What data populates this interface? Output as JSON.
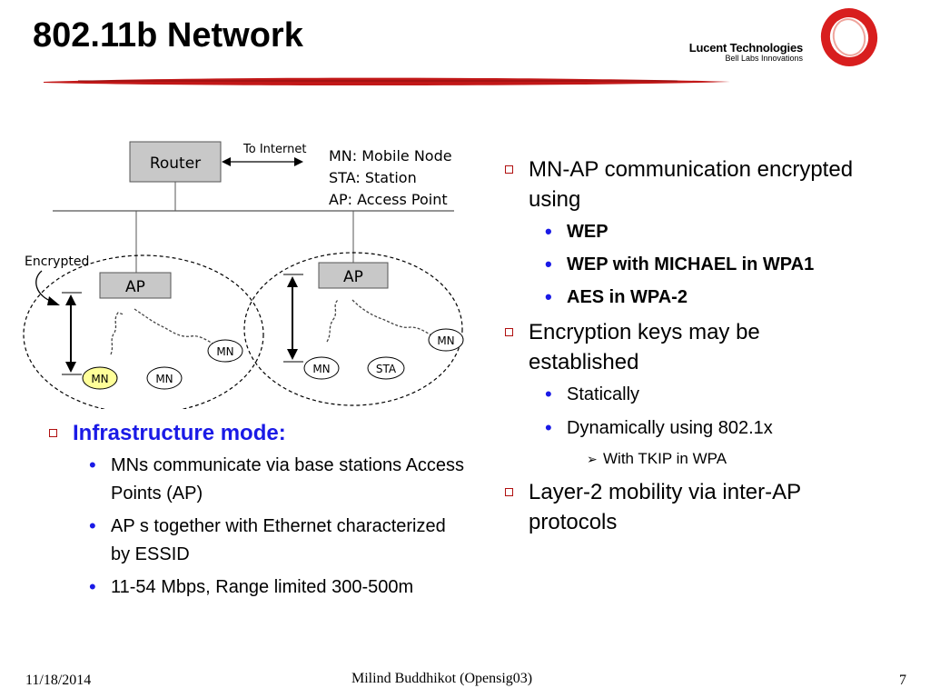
{
  "title": "802.11b Network",
  "logo": {
    "line1": "Lucent Technologies",
    "line2": "Bell Labs Innovations",
    "ring_color": "#d81e1e"
  },
  "diagram": {
    "router": "Router",
    "to_internet": "To Internet",
    "legend": [
      "MN: Mobile Node",
      "STA: Station",
      "AP: Access Point"
    ],
    "encrypted": "Encrypted",
    "ap_left": "AP",
    "ap_right": "AP",
    "left_cell": [
      "MN",
      "MN",
      "MN"
    ],
    "right_cell": [
      "MN",
      "MN",
      "STA"
    ],
    "highlight_color": "#ffff99"
  },
  "left_list": {
    "heading": "Infrastructure mode:",
    "items": [
      "MNs communicate via base stations Access Points (AP)",
      "AP s together with Ethernet characterized by ESSID",
      "11-54 Mbps, Range limited 300-500m"
    ]
  },
  "right_list": {
    "p1": "MN-AP communication encrypted using",
    "p1_items": [
      "WEP",
      "WEP with MICHAEL in WPA1",
      "AES in WPA-2"
    ],
    "p2": "Encryption keys may be established",
    "p2_items": [
      "Statically",
      "Dynamically using 802.1x"
    ],
    "p2_sub": "With TKIP in WPA",
    "p3": "Layer-2 mobility via inter-AP protocols"
  },
  "footer": {
    "date": "11/18/2014",
    "author": "Milind Buddhikot (Opensig03)",
    "page": "7"
  }
}
